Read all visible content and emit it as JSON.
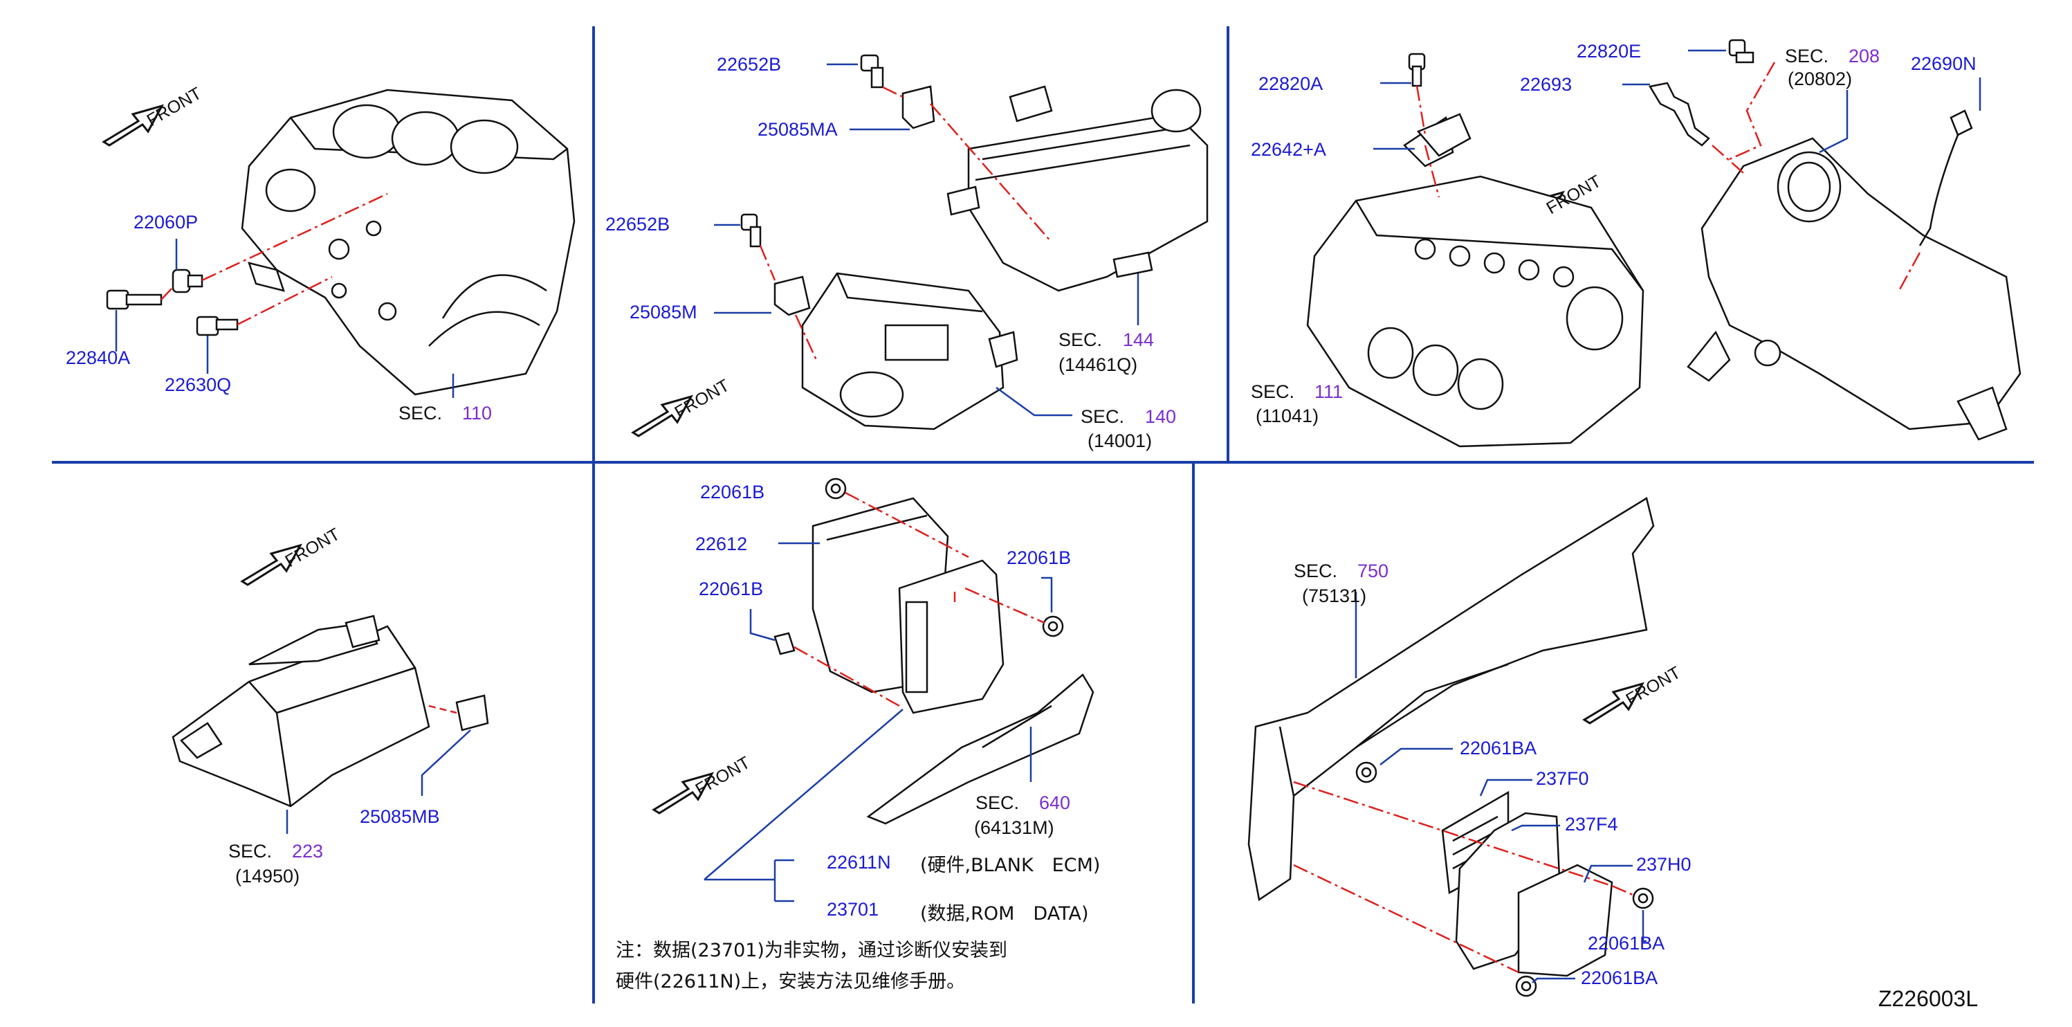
{
  "diagram_code": "Z226003L",
  "front_label": "FRONT",
  "sec_prefix": "SEC.",
  "panels": {
    "p1": {
      "parts": [
        "22060P",
        "22840A",
        "22630Q"
      ],
      "sec": {
        "num": "110"
      }
    },
    "p2": {
      "parts": [
        "22652B",
        "25085MA",
        "22652B",
        "25085M"
      ],
      "sec_a": {
        "num": "144",
        "ref": "(14461Q)"
      },
      "sec_b": {
        "num": "140",
        "ref": "(14001)"
      }
    },
    "p3": {
      "parts": [
        "22820A",
        "22642+A",
        "22820E",
        "22693",
        "22690N"
      ],
      "sec_a": {
        "num": "208",
        "ref": "(20802)"
      },
      "sec_b": {
        "num": "111",
        "ref": "(11041)"
      }
    },
    "p4": {
      "parts": [
        "25085MB"
      ],
      "sec": {
        "num": "223",
        "ref": "(14950)"
      }
    },
    "p5": {
      "parts": [
        "22061B",
        "22612",
        "22061B",
        "22061B",
        "22611N",
        "23701"
      ],
      "sec": {
        "num": "640",
        "ref": "(64131M)"
      },
      "note_22611N": "(硬件,BLANK　ECM)",
      "note_23701": "(数据,ROM　DATA)",
      "footnote_line1": "注：数据(23701)为非实物，通过诊断仪安装到",
      "footnote_line2": "硬件(22611N)上，安装方法见维修手册。"
    },
    "p6": {
      "parts": [
        "22061BA",
        "237F0",
        "237F4",
        "237H0",
        "22061BA",
        "22061BA"
      ],
      "sec": {
        "num": "750",
        "ref": "(75131)"
      }
    }
  },
  "colors": {
    "part_number": "#1a1ad6",
    "sec_number": "#7a2ed0",
    "divider": "#1a3ea8",
    "leader": "#1a3ea8",
    "dash": "#e0201c"
  }
}
